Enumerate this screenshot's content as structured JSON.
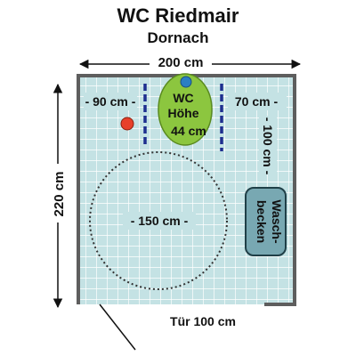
{
  "title": "WC Riedmair",
  "subtitle": "Dornach",
  "dimensions": {
    "width": "200 cm",
    "height": "220 cm",
    "door": "Tür 100 cm",
    "left_clearance": "- 90 cm -",
    "right_clearance": "70 cm -",
    "right_depth": "- 100 cm -",
    "turning_circle": "- 150 cm -"
  },
  "toilet": {
    "line1": "WC",
    "line2": "Höhe",
    "line3": "44 cm"
  },
  "sink": {
    "line1": "Wasch-",
    "line2": "becken"
  },
  "colors": {
    "floor": "#c4e2e4",
    "tile_grid": "#ffffff",
    "wall": "#5e5e5e",
    "toilet": "#8cc63f",
    "grab_bar": "#1e2f8f",
    "flush_button": "#2a7fc4",
    "alarm_button": "#e8402a",
    "sink": "#78a8b2"
  }
}
